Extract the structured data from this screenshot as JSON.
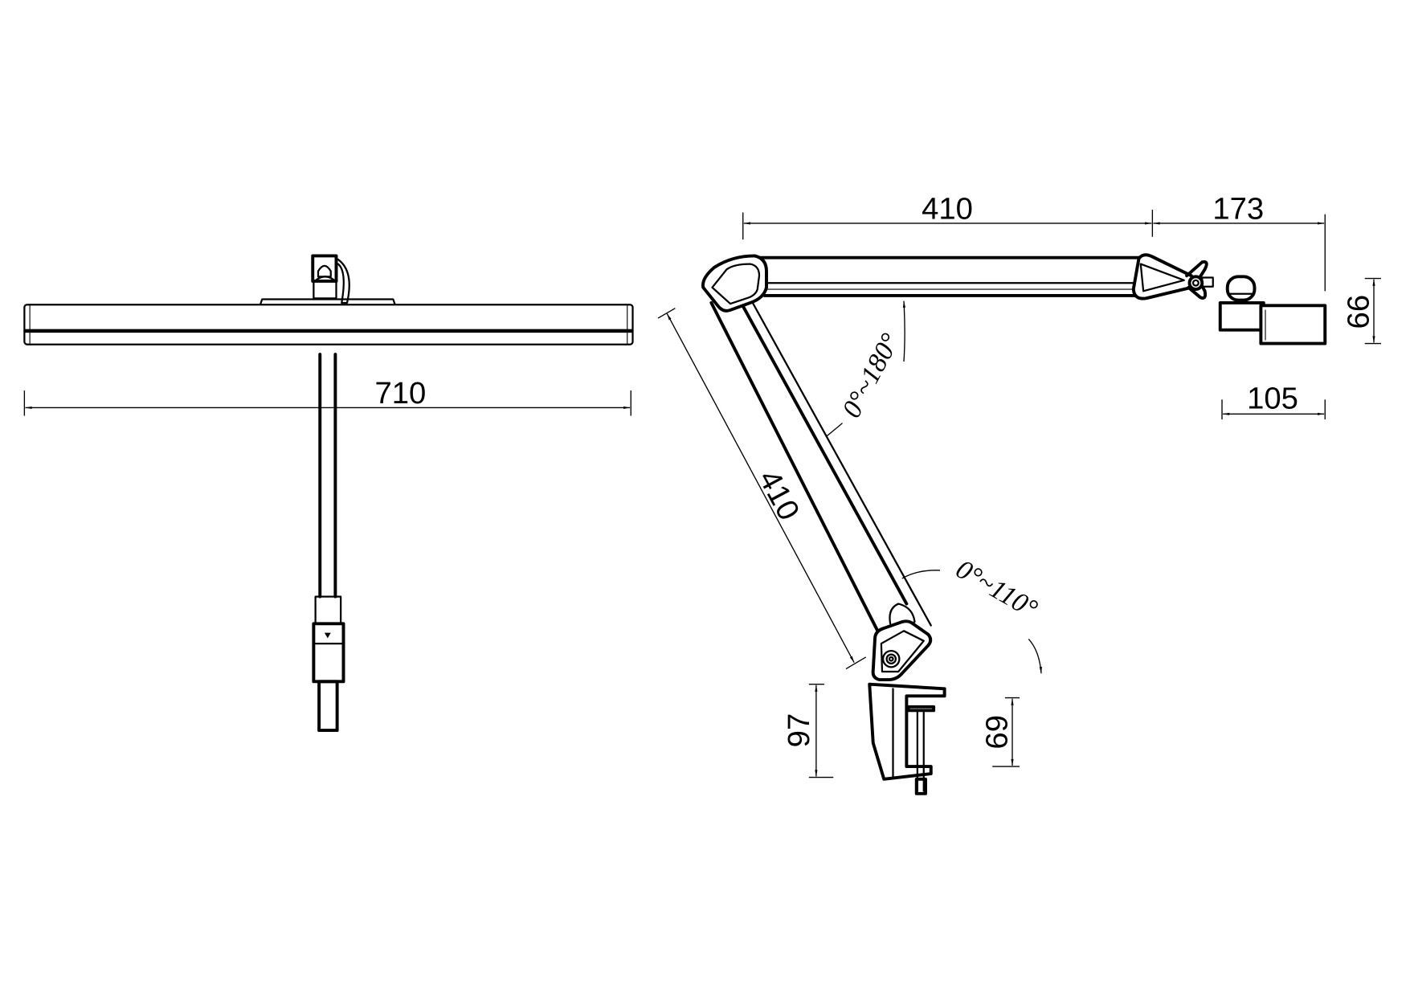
{
  "front_view": {
    "dims": {
      "width": "710"
    }
  },
  "side_view": {
    "dims": {
      "upper_arm": "410",
      "head_reach": "173",
      "head_height": "66",
      "head_width": "105",
      "lower_arm": "410",
      "clamp_height": "97",
      "clamp_opening": "69"
    },
    "angles": {
      "elbow": "0°~180°",
      "base": "0°~110°"
    }
  },
  "colors": {
    "line": "#000000",
    "background": "#ffffff"
  }
}
